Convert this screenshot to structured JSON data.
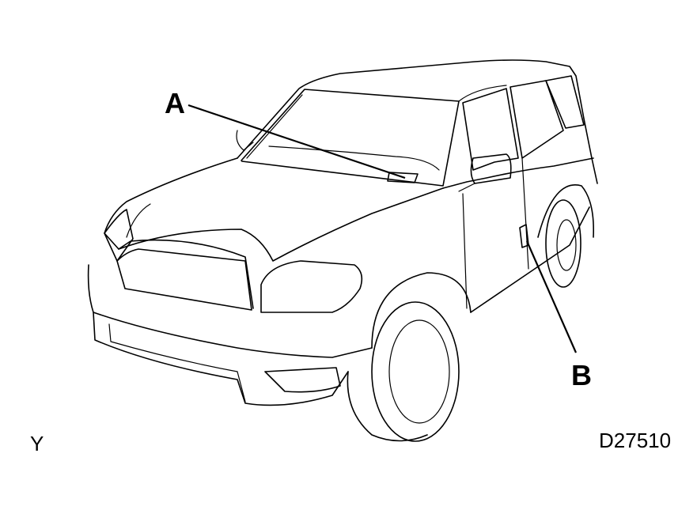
{
  "callouts": {
    "a": "A",
    "b": "B"
  },
  "corner_mark": "Y",
  "figure_code": "D27510"
}
